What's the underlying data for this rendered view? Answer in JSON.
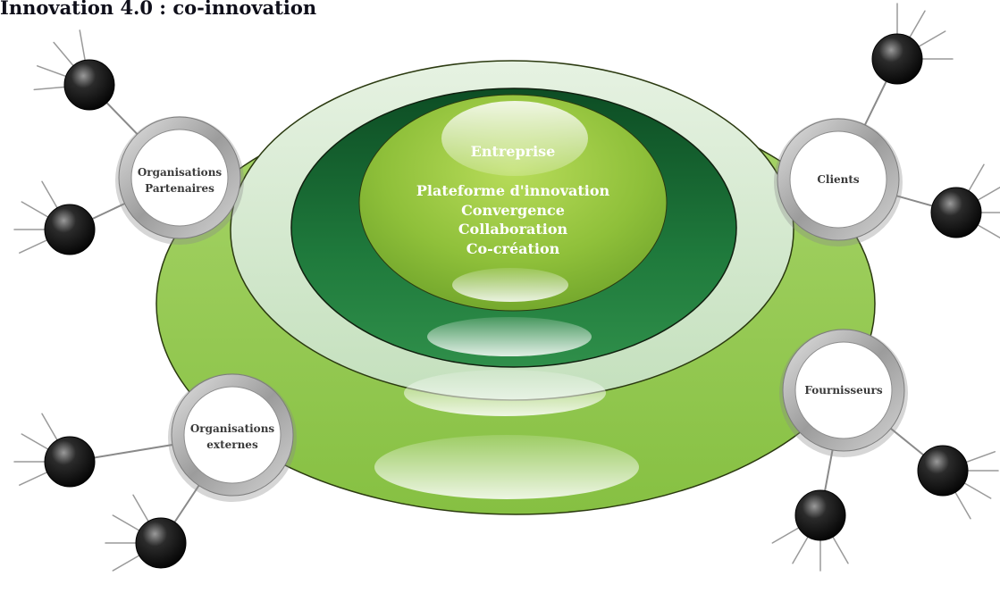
{
  "title": "Innovation 4.0 : co-innovation",
  "center": {
    "heading": "Entreprise",
    "items": [
      "Plateforme d'innovation",
      "Convergence",
      "Collaboration",
      "Co-création"
    ]
  },
  "actors": [
    {
      "id": "partenaires",
      "lines": [
        "Organisations",
        "Partenaires"
      ]
    },
    {
      "id": "clients",
      "lines": [
        "Clients"
      ]
    },
    {
      "id": "fournisseurs",
      "lines": [
        "Fournisseurs"
      ]
    },
    {
      "id": "externes",
      "lines": [
        "Organisations",
        "externes"
      ]
    }
  ],
  "colors": {
    "outer_ellipse": "#9bcf5b",
    "second_ellipse": "#cfe6cb",
    "dark_ellipse": "#1b6b35",
    "center_sphere": "#8fc03a",
    "node_ball": "#111111",
    "ring": "#b9b9b9",
    "title_text": "#0f0f1a"
  }
}
